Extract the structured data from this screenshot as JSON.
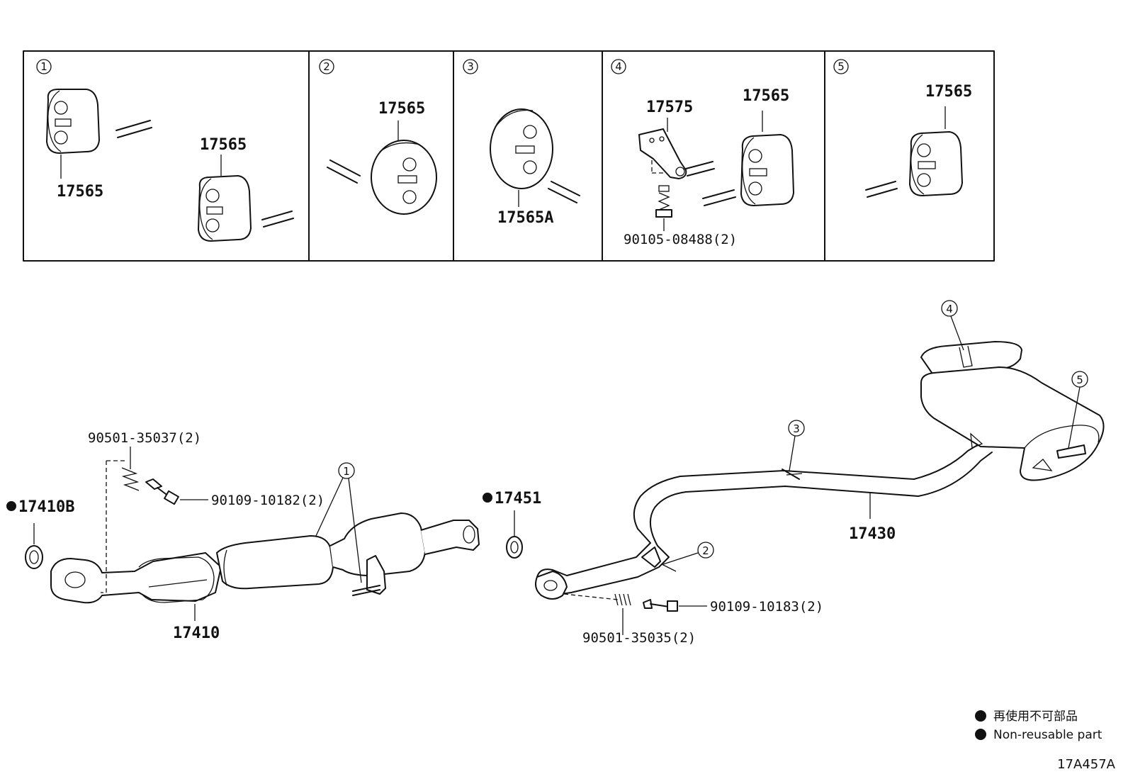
{
  "panels": [
    {
      "index": "1",
      "parts": [
        "17565",
        "17565"
      ]
    },
    {
      "index": "2",
      "parts": [
        "17565"
      ]
    },
    {
      "index": "3",
      "parts": [
        "17565A"
      ]
    },
    {
      "index": "4",
      "parts": [
        "17575",
        "17565",
        "90105-08488(2)"
      ]
    },
    {
      "index": "5",
      "parts": [
        "17565"
      ]
    }
  ],
  "main": {
    "bolt_top_left": "90501-35037(2)",
    "screw_top_left": "90109-10182(2)",
    "gasket_left": "17410B",
    "gasket_mid": "17451",
    "converter": "17410",
    "tailpipe": "17430",
    "screw_bottom": "90109-10183(2)",
    "spring_bottom": "90501-35035(2)"
  },
  "callouts": [
    "1",
    "2",
    "3",
    "4",
    "5"
  ],
  "legend": {
    "japanese": "再使用不可部品",
    "english": "Non-reusable part"
  },
  "diagram_code": "17A457A",
  "colors": {
    "ink": "#111111",
    "background": "#ffffff"
  }
}
